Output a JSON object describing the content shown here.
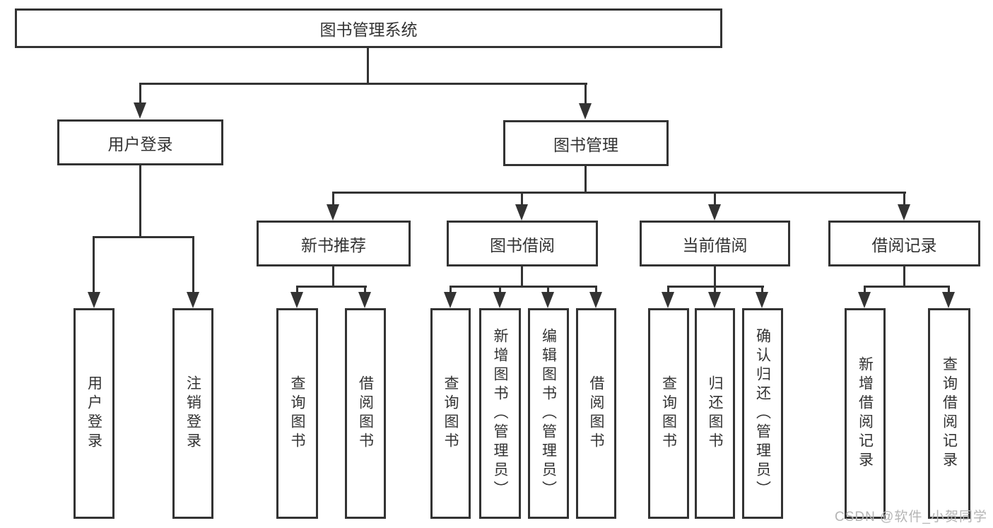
{
  "colors": {
    "line": "#333333",
    "text": "#333333",
    "watermark": "#b5b5b5",
    "background": "#ffffff"
  },
  "nodes": {
    "root": {
      "label": "图书管理系统"
    },
    "user_login": {
      "label": "用户登录"
    },
    "book_mgmt": {
      "label": "图书管理"
    },
    "new_books": {
      "label": "新书推荐"
    },
    "book_borrow": {
      "label": "图书借阅"
    },
    "current_borrow": {
      "label": "当前借阅"
    },
    "borrow_records": {
      "label": "借阅记录"
    },
    "leaf_user_login": {
      "label": "用户登录"
    },
    "leaf_logout": {
      "label": "注销登录"
    },
    "leaf_query_books_new": {
      "label": "查询图书"
    },
    "leaf_borrow_books_new": {
      "label": "借阅图书"
    },
    "leaf_query_books_borrow": {
      "label": "查询图书"
    },
    "leaf_add_books": {
      "label": "新增图书（管理员）"
    },
    "leaf_edit_books": {
      "label": "编辑图书（管理员）"
    },
    "leaf_borrow_books_borrow": {
      "label": "借阅图书"
    },
    "leaf_query_books_current": {
      "label": "查询图书"
    },
    "leaf_return_books": {
      "label": "归还图书"
    },
    "leaf_confirm_return": {
      "label": "确认归还（管理员）"
    },
    "leaf_add_record": {
      "label": "新增借阅记录"
    },
    "leaf_query_record": {
      "label": "查询借阅记录"
    }
  },
  "watermark": {
    "text": "CSDN @软件_小贺同学"
  }
}
